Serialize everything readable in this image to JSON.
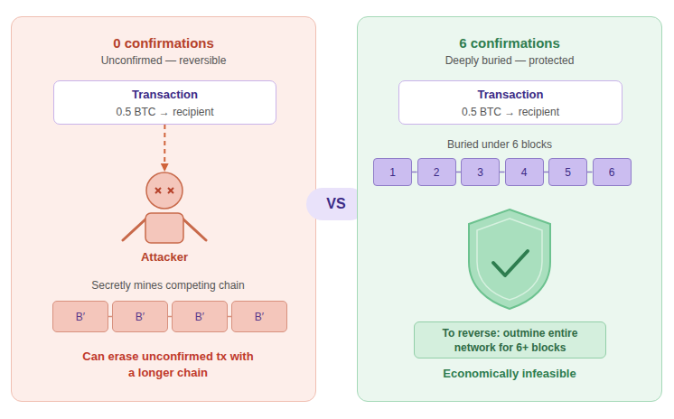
{
  "diagram": {
    "nodes": [
      {
        "text": [
          "0 confirmations",
          "Unconfirmed — reversible"
        ]
      },
      {
        "text": [
          "Transaction",
          "0.5 BTC → recipient"
        ],
        "in": 0
      },
      {
        "text": [
          "Attacker"
        ],
        "in": 0
      },
      {
        "text": [
          "B′"
        ],
        "in": 0
      },
      {
        "text": [
          "B′"
        ],
        "in": 0
      },
      {
        "text": [
          "B′"
        ],
        "in": 0
      },
      {
        "text": [
          "B′"
        ],
        "in": 0
      },
      {
        "text": [
          "VS"
        ]
      },
      {
        "text": [
          "6 confirmations",
          "Deeply buried — protected"
        ]
      },
      {
        "text": [
          "Transaction",
          "0.5 BTC → recipient"
        ],
        "in": 8
      },
      {
        "text": [
          "1"
        ],
        "in": 8
      },
      {
        "text": [
          "2"
        ],
        "in": 8
      },
      {
        "text": [
          "3"
        ],
        "in": 8
      },
      {
        "text": [
          "4"
        ],
        "in": 8
      },
      {
        "text": [
          "5"
        ],
        "in": 8
      },
      {
        "text": [
          "6"
        ],
        "in": 8
      },
      {
        "text": [
          "To reverse: outmine entire network for 6+ blocks"
        ],
        "in": 8
      }
    ],
    "edges": [
      {
        "from": 1,
        "to": 2,
        "arrow": "to"
      },
      {
        "from": 3,
        "to": 4,
        "arrow": "none"
      },
      {
        "from": 4,
        "to": 5,
        "arrow": "none"
      },
      {
        "from": 5,
        "to": 6,
        "arrow": "none"
      },
      {
        "from": 10,
        "to": 11,
        "arrow": "none"
      },
      {
        "from": 11,
        "to": 12,
        "arrow": "none"
      },
      {
        "from": 12,
        "to": 13,
        "arrow": "none"
      },
      {
        "from": 13,
        "to": 14,
        "arrow": "none"
      },
      {
        "from": 14,
        "to": 15,
        "arrow": "none"
      }
    ],
    "labels": [
      "Secretly mines competing chain",
      "Can erase unconfirmed tx with a longer chain",
      "Buried under 6 blocks",
      "Economically infeasible"
    ]
  }
}
